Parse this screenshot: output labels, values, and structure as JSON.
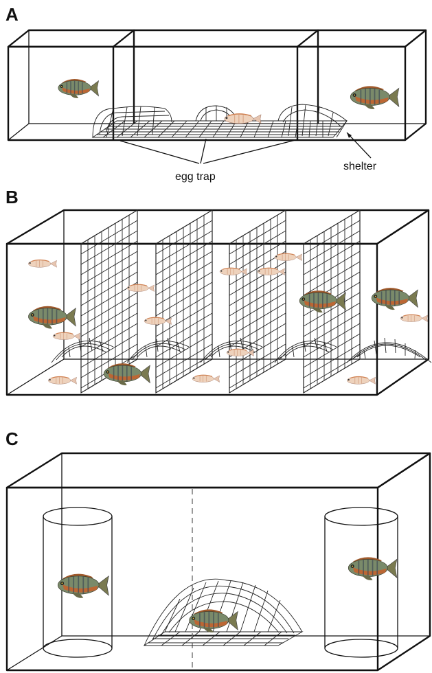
{
  "panels": [
    {
      "letter": "A",
      "annotations": {
        "egg_trap": "egg trap",
        "shelter": "shelter"
      }
    },
    {
      "letter": "B"
    },
    {
      "letter": "C"
    }
  ]
}
